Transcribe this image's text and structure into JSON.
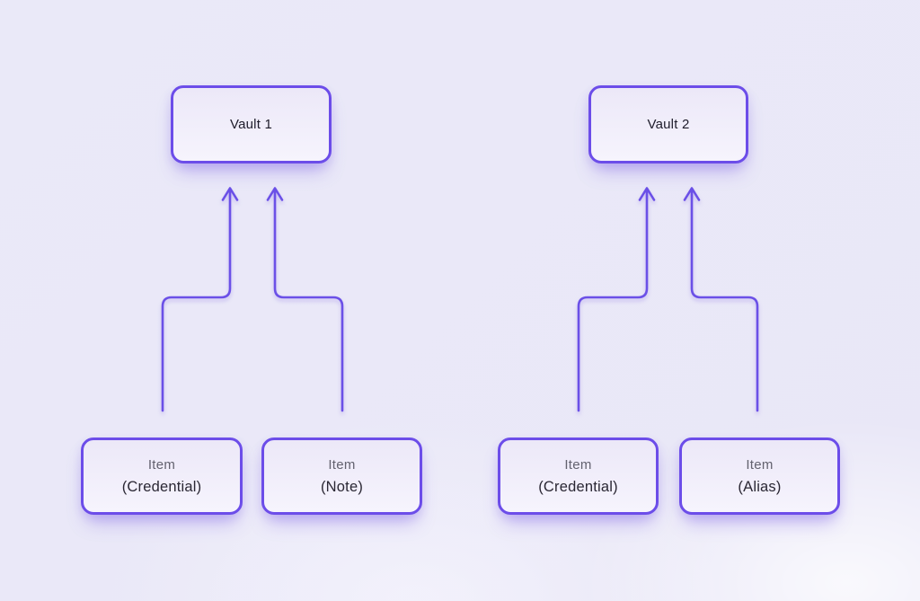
{
  "colors": {
    "background": "#EAE9F8",
    "accent_border": "#6C4DE9",
    "connector_line": "#6B50E7",
    "vault_text": "#1E1C2A",
    "item_label_text": "#63626F",
    "item_type_text": "#2A2733",
    "node_fill_top": "#ECE8F8",
    "node_fill_bottom": "#F6F4FD"
  },
  "vaults": [
    {
      "label": "Vault 1"
    },
    {
      "label": "Vault 2"
    }
  ],
  "items": [
    {
      "label": "Item",
      "type": "(Credential)"
    },
    {
      "label": "Item",
      "type": "(Note)"
    },
    {
      "label": "Item",
      "type": "(Credential)"
    },
    {
      "label": "Item",
      "type": "(Alias)"
    }
  ]
}
